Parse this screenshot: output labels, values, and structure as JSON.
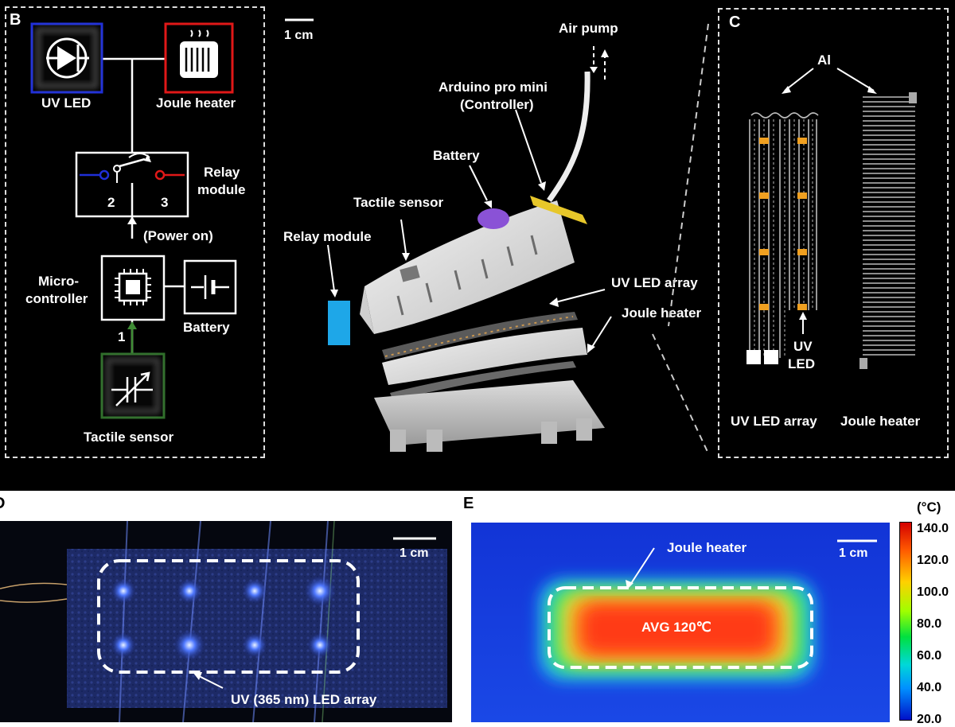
{
  "panel_b": {
    "label": "B",
    "uv_led": "UV LED",
    "joule_heater": "Joule heater",
    "relay_line1": "Relay",
    "relay_line2": "module",
    "switch_pos2": "2",
    "switch_pos3": "3",
    "power_on": "(Power on)",
    "micro_line1": "Micro-",
    "micro_line2": "controller",
    "battery": "Battery",
    "step1": "1",
    "tactile_sensor": "Tactile sensor",
    "colors": {
      "uv_led_box": "#1f2fd8",
      "heater_box": "#e01818",
      "sensor_box": "#2f6e2a"
    }
  },
  "panel_center": {
    "scale_bar": "1 cm",
    "air_pump": "Air pump",
    "arduino_line1": "Arduino pro mini",
    "arduino_line2": "(Controller)",
    "battery": "Battery",
    "tactile_sensor": "Tactile sensor",
    "relay_module": "Relay module",
    "uv_led_array": "UV LED array",
    "joule_heater": "Joule heater"
  },
  "panel_c": {
    "label": "C",
    "al": "Al",
    "uv_line1": "UV",
    "uv_line2": "LED",
    "uv_led_array": "UV LED array",
    "joule_heater": "Joule heater"
  },
  "panel_d": {
    "label": "D",
    "scale_bar": "1 cm",
    "caption": "UV (365 nm) LED array"
  },
  "panel_e": {
    "label": "E",
    "scale_bar": "1 cm",
    "joule_heater": "Joule heater",
    "avg": "AVG 120℃",
    "colorbar_unit": "(°C)",
    "colorbar_ticks": [
      "140.0",
      "120.0",
      "100.0",
      "80.0",
      "60.0",
      "40.0",
      "20.0"
    ]
  }
}
